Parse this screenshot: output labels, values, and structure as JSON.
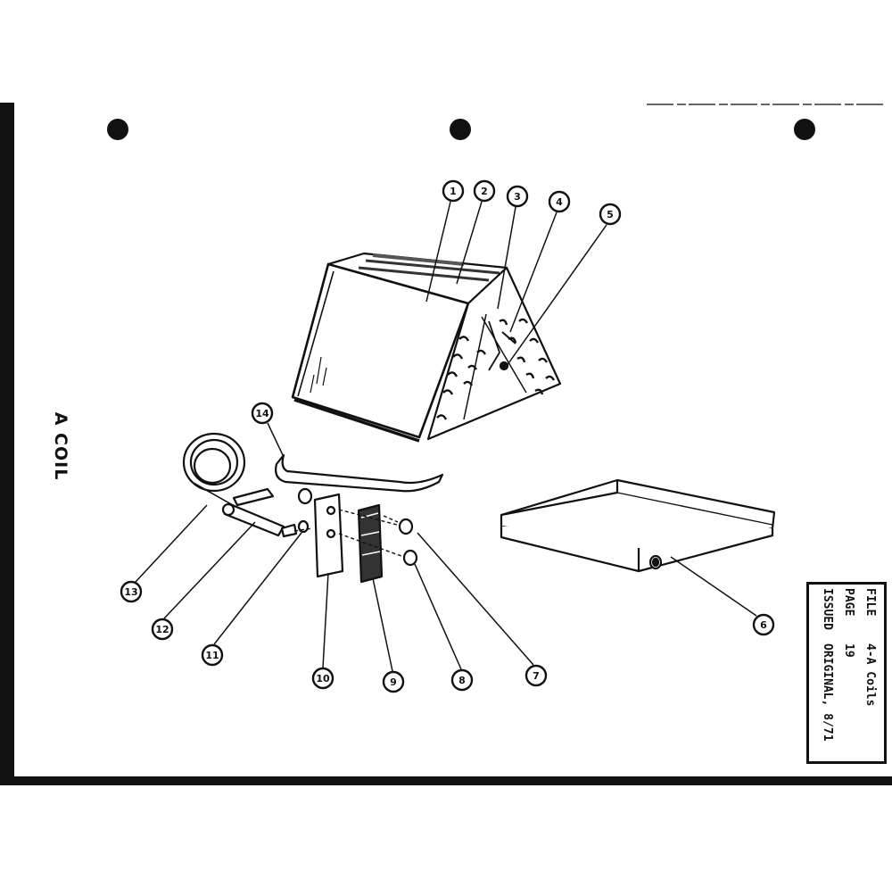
{
  "title": "A COIL",
  "info": {
    "file_label": "FILE",
    "file_value": "4-A Coils",
    "page_label": "PAGE",
    "page_value": "19",
    "issued_label": "ISSUED",
    "issued_value": "ORIGINAL, 8/71"
  },
  "callouts": [
    "1",
    "2",
    "3",
    "4",
    "5",
    "6",
    "7",
    "8",
    "9",
    "10",
    "11",
    "12",
    "13",
    "14"
  ]
}
